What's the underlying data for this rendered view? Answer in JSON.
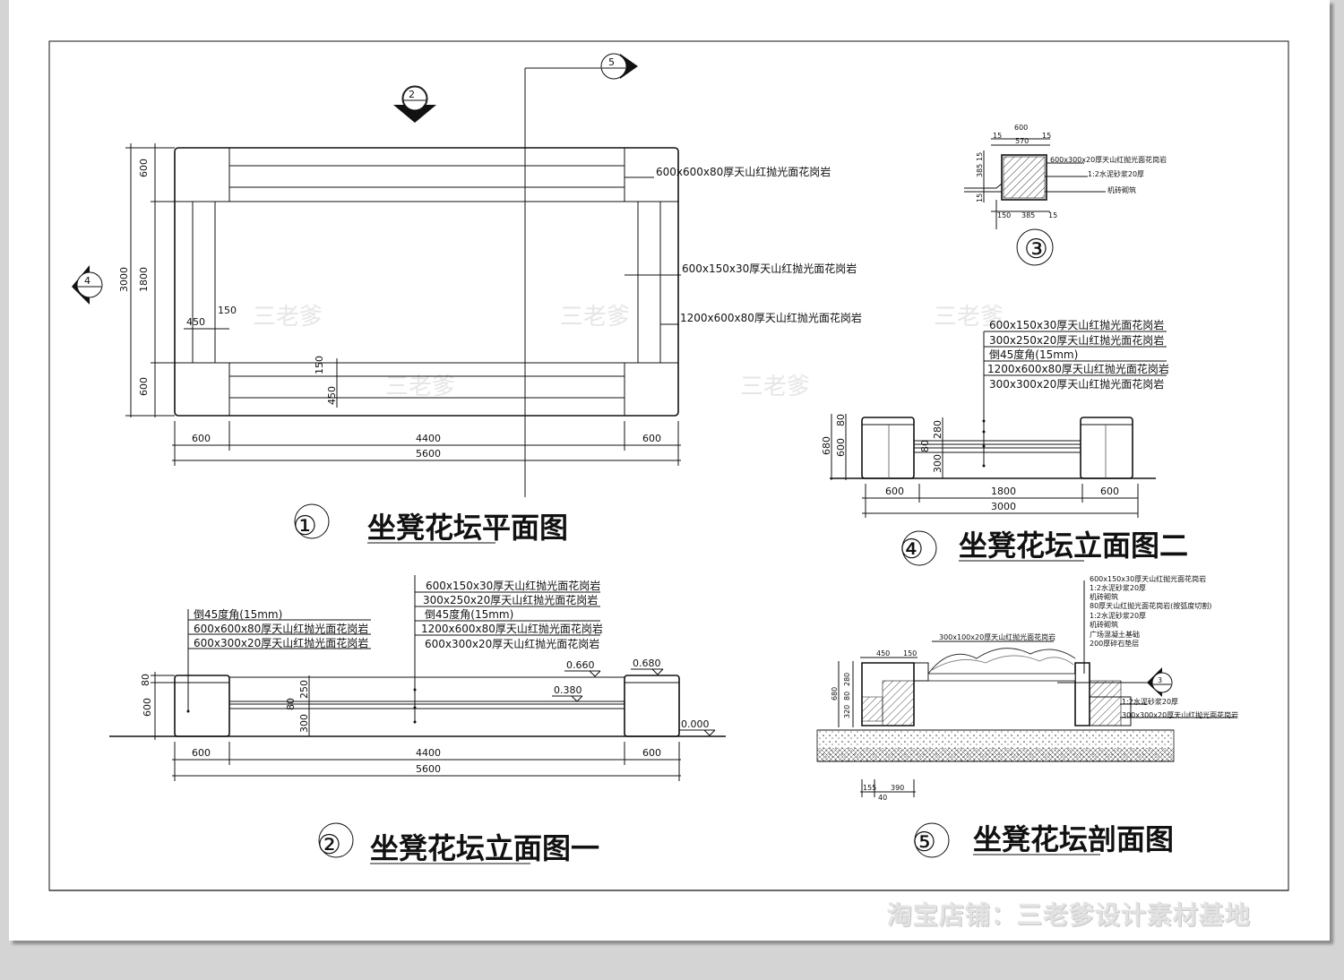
{
  "watermark": "三老爹",
  "shop_watermark": "淘宝店铺：三老爹设计素材基地",
  "colors": {
    "line": "#111111",
    "paper": "#ffffff",
    "background": "#d4d4d4"
  },
  "plan": {
    "number": "①",
    "title": "坐凳花坛平面图",
    "section_marks": {
      "top": "2",
      "right": "5",
      "left": "4"
    },
    "dims": {
      "top_h": "600",
      "mid_h": "1800",
      "bot_h": "600",
      "total_h": "3000",
      "inner_450_left": "450",
      "inner_150_left": "150",
      "inner_150_bottom": "150",
      "inner_450_bottom": "450",
      "left_w": "600",
      "mid_w": "4400",
      "right_w": "600",
      "total_w": "5600"
    },
    "notes": [
      "600x600x80厚天山红抛光面花岗岩",
      "600x150x30厚天山红抛光面花岗岩",
      "1200x600x80厚天山红抛光面花岗岩"
    ]
  },
  "detail3": {
    "number": "③",
    "dims": {
      "top": "600",
      "a": "15",
      "b": "570",
      "c": "15",
      "h1": "15",
      "h2": "385",
      "h3": "15",
      "bottom1": "150",
      "bottom2": "385",
      "bottom3": "15"
    },
    "notes": [
      "600x300x20厚天山红抛光面花岗岩",
      "1:2水泥砂浆20厚",
      "机砖砌筑"
    ]
  },
  "elev2": {
    "number": "④",
    "title": "坐凳花坛立面图二",
    "notes": [
      "600x150x30厚天山红抛光面花岗岩",
      "300x250x20厚天山红抛光面花岗岩",
      "倒45度角(15mm)",
      "1200x600x80厚天山红抛光面花岗岩",
      "300x300x20厚天山红抛光面花岗岩"
    ],
    "dims": {
      "h80": "80",
      "h600": "600",
      "h680": "680",
      "c280": "280",
      "c80": "80",
      "c300": "300",
      "w_left": "600",
      "w_mid": "1800",
      "w_right": "600",
      "w_total": "3000"
    }
  },
  "elev1": {
    "number": "②",
    "title": "坐凳花坛立面图一",
    "notes_left": [
      "倒45度角(15mm)",
      "600x600x80厚天山红抛光面花岗岩",
      "600x300x20厚天山红抛光面花岗岩"
    ],
    "notes_mid": [
      "600x150x30厚天山红抛光面花岗岩",
      "300x250x20厚天山红抛光面花岗岩",
      "倒45度角(15mm)",
      "1200x600x80厚天山红抛光面花岗岩",
      "600x300x20厚天山红抛光面花岗岩"
    ],
    "levels": [
      "0.660",
      "0.680",
      "0.380",
      "0.000"
    ],
    "dims": {
      "h80": "80",
      "h600": "600",
      "c250": "250",
      "c80": "80",
      "c300": "300",
      "w_left": "600",
      "w_mid": "4400",
      "w_right": "600",
      "w_total": "5600"
    }
  },
  "section": {
    "number": "⑤",
    "title": "坐凳花坛剖面图",
    "notes_right": [
      "600x150x30厚天山红抛光面花岗岩",
      "1:2水泥砂浆20厚",
      "机砖砌筑",
      "80厚天山红抛光面花岗岩(按弧度切割)",
      "1:2水泥砂浆20厚",
      "机砖砌筑",
      "广场混凝土基础",
      "200厚碎石垫层"
    ],
    "note_top": "300x100x20厚天山红抛光面花岗岩",
    "notes_low": [
      "1:2水泥砂浆20厚",
      "300x300x20厚天山红抛光面花岗岩"
    ],
    "mark": "3",
    "dims": {
      "w450": "450",
      "w150": "150",
      "h280": "280",
      "h80": "80",
      "h680": "680",
      "h320": "320",
      "b155": "155",
      "b390": "390",
      "b40": "40"
    }
  }
}
